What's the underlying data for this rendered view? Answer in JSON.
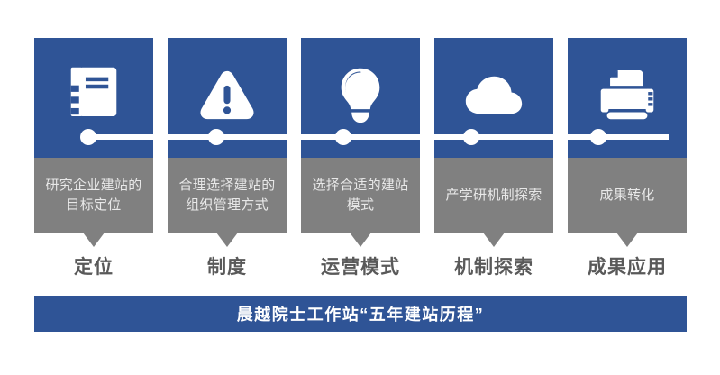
{
  "colors": {
    "card_top_blue": "#2F5496",
    "card_bottom_gray": "#808080",
    "banner_blue": "#2F5496",
    "stage_text_gray": "#595959",
    "label_text": "#e8e8e8",
    "connector_white": "#ffffff",
    "background": "#ffffff"
  },
  "cards": [
    {
      "icon": "notebook-icon",
      "label": "研究企业建站的\n目标定位",
      "stage": "定位"
    },
    {
      "icon": "warning-triangle-icon",
      "label": "合理选择建站的\n组织管理方式",
      "stage": "制度"
    },
    {
      "icon": "lightbulb-icon",
      "label": "选择合适的建站\n模式",
      "stage": "运营模式"
    },
    {
      "icon": "cloud-icon",
      "label": "产学研机制探索",
      "stage": "机制探索"
    },
    {
      "icon": "printer-icon",
      "label": "成果转化",
      "stage": "成果应用"
    }
  ],
  "banner": {
    "text": "晨越院士工作站“五年建站历程”"
  }
}
